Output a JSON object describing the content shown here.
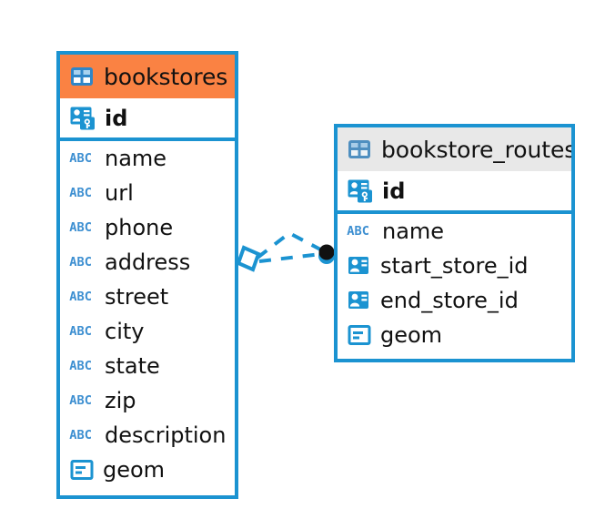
{
  "diagram": {
    "type": "entity-relationship-diagram",
    "background_color": "#ffffff",
    "accent_color": "#1b93d1",
    "highlight_color": "#fa8243",
    "muted_header_color": "#e8e8e8"
  },
  "entities": [
    {
      "name": "bookstores",
      "header_style": "accent",
      "table_icon": "table-icon",
      "columns": [
        {
          "name": "id",
          "icon": "primary-key-icon",
          "kind": "pk"
        },
        {
          "name": "name",
          "icon": "abc-text-icon",
          "kind": "text"
        },
        {
          "name": "url",
          "icon": "abc-text-icon",
          "kind": "text"
        },
        {
          "name": "phone",
          "icon": "abc-text-icon",
          "kind": "text"
        },
        {
          "name": "address",
          "icon": "abc-text-icon",
          "kind": "text"
        },
        {
          "name": "street",
          "icon": "abc-text-icon",
          "kind": "text"
        },
        {
          "name": "city",
          "icon": "abc-text-icon",
          "kind": "text"
        },
        {
          "name": "state",
          "icon": "abc-text-icon",
          "kind": "text"
        },
        {
          "name": "zip",
          "icon": "abc-text-icon",
          "kind": "text"
        },
        {
          "name": "description",
          "icon": "abc-text-icon",
          "kind": "text"
        },
        {
          "name": "geom",
          "icon": "geometry-icon",
          "kind": "geometry"
        }
      ]
    },
    {
      "name": "bookstore_routes",
      "header_style": "muted",
      "table_icon": "table-icon",
      "columns": [
        {
          "name": "id",
          "icon": "primary-key-icon",
          "kind": "pk"
        },
        {
          "name": "name",
          "icon": "abc-text-icon",
          "kind": "text"
        },
        {
          "name": "start_store_id",
          "icon": "foreign-key-icon",
          "kind": "fk"
        },
        {
          "name": "end_store_id",
          "icon": "foreign-key-icon",
          "kind": "fk"
        },
        {
          "name": "geom",
          "icon": "geometry-icon",
          "kind": "geometry"
        }
      ]
    }
  ],
  "relationship": {
    "from_entity": "bookstores",
    "to_entity": "bookstore_routes",
    "line_style": "dashed",
    "line_color": "#1b93d1",
    "source_marker": "diamond-marker",
    "target_marker": "filled-circle-marker"
  },
  "icon_glyphs": {
    "abc": "ABC"
  }
}
